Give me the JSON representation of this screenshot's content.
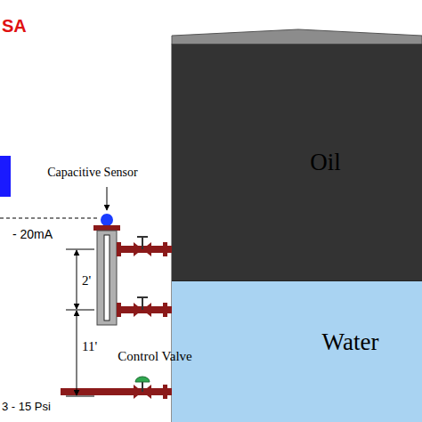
{
  "diagram": {
    "nodes": [
      {
        "text": [
          "Oil"
        ]
      },
      {
        "text": [
          "Water"
        ]
      }
    ],
    "labels": [
      "SA",
      "Capacitive Sensor",
      "- 20mA",
      "2'",
      "11'",
      "Control Valve",
      "3 - 15 Psi"
    ]
  }
}
